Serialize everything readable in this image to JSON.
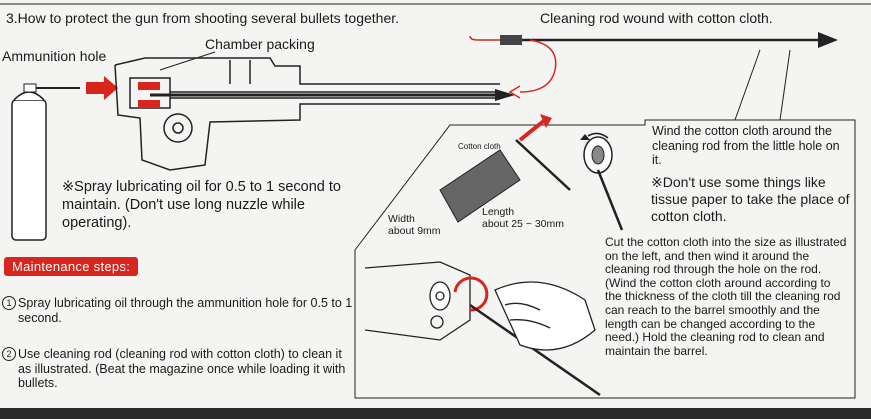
{
  "title": "3.How to protect the gun from shooting several bullets together.",
  "rod_caption": "Cleaning rod wound with cotton cloth.",
  "labels": {
    "ammunition_hole": "Ammunition hole",
    "chamber_packing": "Chamber packing",
    "cotton_cloth": "Cotton cloth",
    "width": "Width",
    "width_value": "about 9mm",
    "length": "Length",
    "length_value": "about 25 ~ 30mm"
  },
  "spray_note": "※Spray lubricating oil for 0.5 to 1 second to maintain. (Don't use long nuzzle while operating).",
  "maintenance_title": "Maintenance steps:",
  "steps": [
    {
      "num": "1",
      "text": "Spray lubricating oil through the  ammunition hole for 0.5 to 1 second."
    },
    {
      "num": "2",
      "text": "Use cleaning rod (cleaning rod with cotton cloth) to clean it as illustrated. (Beat the magazine once while loading it with bullets."
    }
  ],
  "wind_note": "Wind the cotton cloth around the cleaning rod from the little hole on it.",
  "dont_note": "※Don't use some things like tissue paper to take the place of cotton cloth.",
  "cut_note": "Cut the cotton cloth into the size as illustrated on the left, and then wind it around the cleaning rod through the hole on the rod. (Wind the cotton cloth around according to the thickness of the cloth till the cleaning rod can reach to the barrel smoothly and the length can be changed according to the need.) Hold the cleaning rod to clean and maintain the barrel.",
  "colors": {
    "accent": "#d8261e",
    "ink": "#1a1a1a",
    "paper": "#f4f4f2"
  }
}
